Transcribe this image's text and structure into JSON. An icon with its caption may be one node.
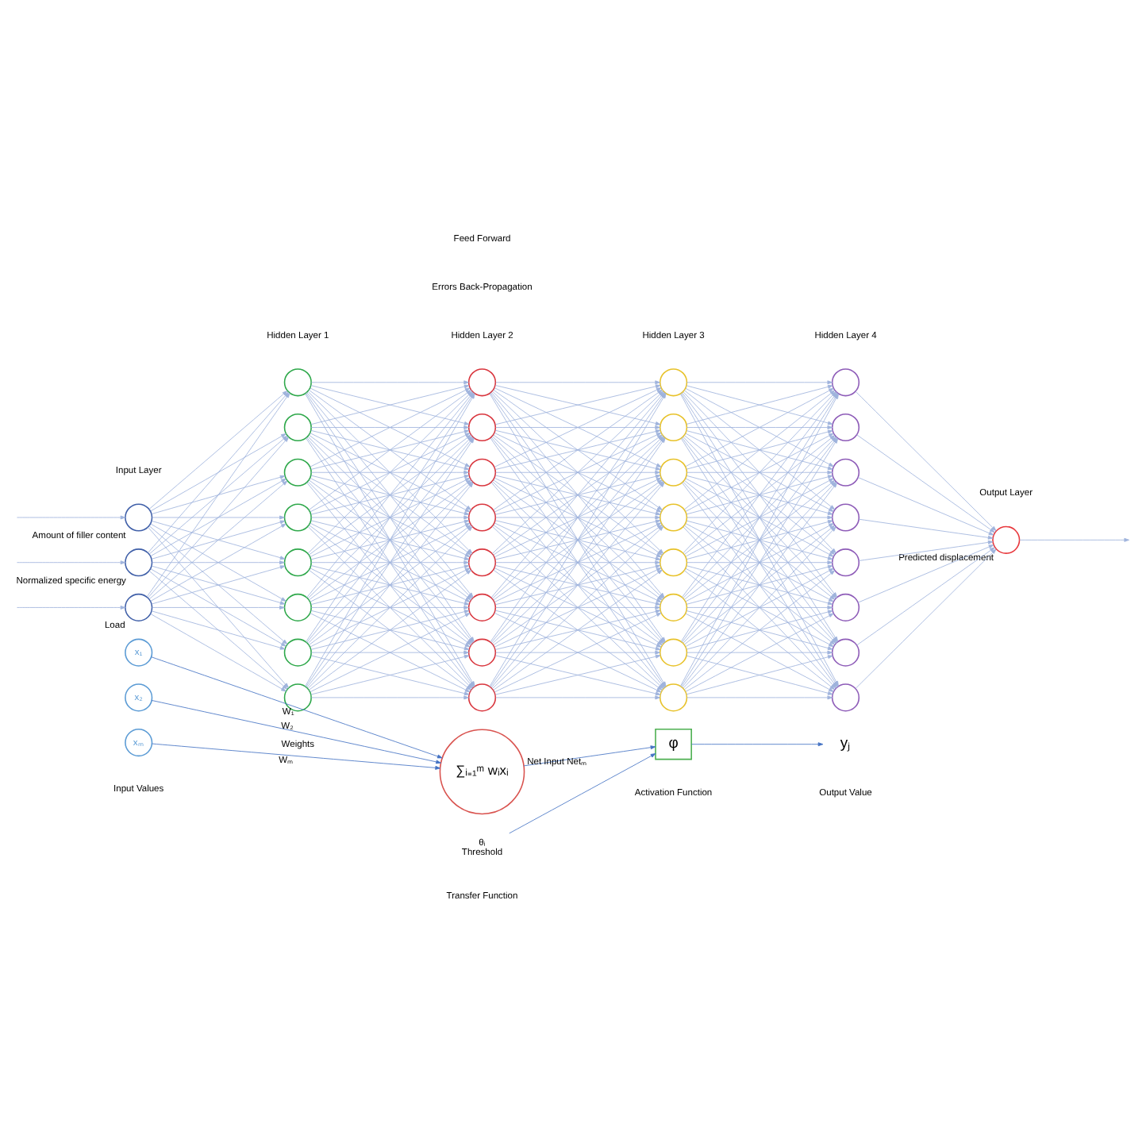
{
  "diagram": {
    "nodes": [
      {
        "text": [],
        "shape": "circle",
        "beside": [
          "Amount of filler content"
        ]
      },
      {
        "text": [],
        "shape": "circle",
        "beside": [
          "Normalized specific energy"
        ]
      },
      {
        "text": [],
        "shape": "circle",
        "beside": [
          "Load"
        ]
      },
      {
        "text": [],
        "shape": "circle"
      },
      {
        "text": [],
        "shape": "circle"
      },
      {
        "text": [],
        "shape": "circle"
      },
      {
        "text": [],
        "shape": "circle"
      },
      {
        "text": [],
        "shape": "circle"
      },
      {
        "text": [],
        "shape": "circle"
      },
      {
        "text": [],
        "shape": "circle"
      },
      {
        "text": [],
        "shape": "circle"
      },
      {
        "text": [],
        "shape": "circle"
      },
      {
        "text": [],
        "shape": "circle"
      },
      {
        "text": [],
        "shape": "circle"
      },
      {
        "text": [],
        "shape": "circle"
      },
      {
        "text": [],
        "shape": "circle"
      },
      {
        "text": [],
        "shape": "circle"
      },
      {
        "text": [],
        "shape": "circle"
      },
      {
        "text": [],
        "shape": "circle"
      },
      {
        "text": [],
        "shape": "circle"
      },
      {
        "text": [],
        "shape": "circle"
      },
      {
        "text": [],
        "shape": "circle"
      },
      {
        "text": [],
        "shape": "circle"
      },
      {
        "text": [],
        "shape": "circle"
      },
      {
        "text": [],
        "shape": "circle"
      },
      {
        "text": [],
        "shape": "circle"
      },
      {
        "text": [],
        "shape": "circle"
      },
      {
        "text": [],
        "shape": "circle"
      },
      {
        "text": [],
        "shape": "circle"
      },
      {
        "text": [],
        "shape": "circle"
      },
      {
        "text": [],
        "shape": "circle"
      },
      {
        "text": [],
        "shape": "circle"
      },
      {
        "text": [],
        "shape": "circle"
      },
      {
        "text": [],
        "shape": "circle"
      },
      {
        "text": [],
        "shape": "circle"
      },
      {
        "text": [],
        "shape": "circle",
        "beside": [
          "Predicted displacement"
        ]
      },
      {
        "text": [
          "x₁"
        ]
      },
      {
        "text": [
          "x₂"
        ]
      },
      {
        "text": [
          "xₘ"
        ]
      },
      {
        "text": [
          "∑ᵢ₌₁ᵐ wᵢxᵢ"
        ]
      },
      {
        "text": [
          "φ"
        ]
      },
      {
        "text": [
          "yⱼ"
        ]
      },
      {
        "text": [
          "θᵢ",
          "Threshold"
        ]
      }
    ],
    "edges": [
      {
        "from": null,
        "to": 0,
        "arrow": "to"
      },
      {
        "from": null,
        "to": 1,
        "arrow": "to"
      },
      {
        "from": null,
        "to": 2,
        "arrow": "to"
      },
      {
        "from": 0,
        "to": 3,
        "arrow": "to"
      },
      {
        "from": 0,
        "to": 4,
        "arrow": "to"
      },
      {
        "from": 0,
        "to": 5,
        "arrow": "to"
      },
      {
        "from": 0,
        "to": 6,
        "arrow": "to"
      },
      {
        "from": 0,
        "to": 7,
        "arrow": "to"
      },
      {
        "from": 0,
        "to": 8,
        "arrow": "to"
      },
      {
        "from": 0,
        "to": 9,
        "arrow": "to"
      },
      {
        "from": 0,
        "to": 10,
        "arrow": "to"
      },
      {
        "from": 1,
        "to": 3,
        "arrow": "to"
      },
      {
        "from": 1,
        "to": 4,
        "arrow": "to"
      },
      {
        "from": 1,
        "to": 5,
        "arrow": "to"
      },
      {
        "from": 1,
        "to": 6,
        "arrow": "to"
      },
      {
        "from": 1,
        "to": 7,
        "arrow": "to"
      },
      {
        "from": 1,
        "to": 8,
        "arrow": "to"
      },
      {
        "from": 1,
        "to": 9,
        "arrow": "to"
      },
      {
        "from": 1,
        "to": 10,
        "arrow": "to"
      },
      {
        "from": 2,
        "to": 3,
        "arrow": "to"
      },
      {
        "from": 2,
        "to": 4,
        "arrow": "to"
      },
      {
        "from": 2,
        "to": 5,
        "arrow": "to"
      },
      {
        "from": 2,
        "to": 6,
        "arrow": "to"
      },
      {
        "from": 2,
        "to": 7,
        "arrow": "to"
      },
      {
        "from": 2,
        "to": 8,
        "arrow": "to"
      },
      {
        "from": 2,
        "to": 9,
        "arrow": "to"
      },
      {
        "from": 2,
        "to": 10,
        "arrow": "to"
      },
      {
        "from": 3,
        "to": 11,
        "arrow": "to"
      },
      {
        "from": 3,
        "to": 12,
        "arrow": "to"
      },
      {
        "from": 3,
        "to": 13,
        "arrow": "to"
      },
      {
        "from": 3,
        "to": 14,
        "arrow": "to"
      },
      {
        "from": 3,
        "to": 15,
        "arrow": "to"
      },
      {
        "from": 3,
        "to": 16,
        "arrow": "to"
      },
      {
        "from": 3,
        "to": 17,
        "arrow": "to"
      },
      {
        "from": 3,
        "to": 18,
        "arrow": "to"
      },
      {
        "from": 4,
        "to": 11,
        "arrow": "to"
      },
      {
        "from": 4,
        "to": 12,
        "arrow": "to"
      },
      {
        "from": 4,
        "to": 13,
        "arrow": "to"
      },
      {
        "from": 4,
        "to": 14,
        "arrow": "to"
      },
      {
        "from": 4,
        "to": 15,
        "arrow": "to"
      },
      {
        "from": 4,
        "to": 16,
        "arrow": "to"
      },
      {
        "from": 4,
        "to": 17,
        "arrow": "to"
      },
      {
        "from": 4,
        "to": 18,
        "arrow": "to"
      },
      {
        "from": 5,
        "to": 11,
        "arrow": "to"
      },
      {
        "from": 5,
        "to": 12,
        "arrow": "to"
      },
      {
        "from": 5,
        "to": 13,
        "arrow": "to"
      },
      {
        "from": 5,
        "to": 14,
        "arrow": "to"
      },
      {
        "from": 5,
        "to": 15,
        "arrow": "to"
      },
      {
        "from": 5,
        "to": 16,
        "arrow": "to"
      },
      {
        "from": 5,
        "to": 17,
        "arrow": "to"
      },
      {
        "from": 5,
        "to": 18,
        "arrow": "to"
      },
      {
        "from": 6,
        "to": 11,
        "arrow": "to"
      },
      {
        "from": 6,
        "to": 12,
        "arrow": "to"
      },
      {
        "from": 6,
        "to": 13,
        "arrow": "to"
      },
      {
        "from": 6,
        "to": 14,
        "arrow": "to"
      },
      {
        "from": 6,
        "to": 15,
        "arrow": "to"
      },
      {
        "from": 6,
        "to": 16,
        "arrow": "to"
      },
      {
        "from": 6,
        "to": 17,
        "arrow": "to"
      },
      {
        "from": 6,
        "to": 18,
        "arrow": "to"
      },
      {
        "from": 7,
        "to": 11,
        "arrow": "to"
      },
      {
        "from": 7,
        "to": 12,
        "arrow": "to"
      },
      {
        "from": 7,
        "to": 13,
        "arrow": "to"
      },
      {
        "from": 7,
        "to": 14,
        "arrow": "to"
      },
      {
        "from": 7,
        "to": 15,
        "arrow": "to"
      },
      {
        "from": 7,
        "to": 16,
        "arrow": "to"
      },
      {
        "from": 7,
        "to": 17,
        "arrow": "to"
      },
      {
        "from": 7,
        "to": 18,
        "arrow": "to"
      },
      {
        "from": 8,
        "to": 11,
        "arrow": "to"
      },
      {
        "from": 8,
        "to": 12,
        "arrow": "to"
      },
      {
        "from": 8,
        "to": 13,
        "arrow": "to"
      },
      {
        "from": 8,
        "to": 14,
        "arrow": "to"
      },
      {
        "from": 8,
        "to": 15,
        "arrow": "to"
      },
      {
        "from": 8,
        "to": 16,
        "arrow": "to"
      },
      {
        "from": 8,
        "to": 17,
        "arrow": "to"
      },
      {
        "from": 8,
        "to": 18,
        "arrow": "to"
      },
      {
        "from": 9,
        "to": 11,
        "arrow": "to"
      },
      {
        "from": 9,
        "to": 12,
        "arrow": "to"
      },
      {
        "from": 9,
        "to": 13,
        "arrow": "to"
      },
      {
        "from": 9,
        "to": 14,
        "arrow": "to"
      },
      {
        "from": 9,
        "to": 15,
        "arrow": "to"
      },
      {
        "from": 9,
        "to": 16,
        "arrow": "to"
      },
      {
        "from": 9,
        "to": 17,
        "arrow": "to"
      },
      {
        "from": 9,
        "to": 18,
        "arrow": "to"
      },
      {
        "from": 10,
        "to": 11,
        "arrow": "to"
      },
      {
        "from": 10,
        "to": 12,
        "arrow": "to"
      },
      {
        "from": 10,
        "to": 13,
        "arrow": "to"
      },
      {
        "from": 10,
        "to": 14,
        "arrow": "to"
      },
      {
        "from": 10,
        "to": 15,
        "arrow": "to"
      },
      {
        "from": 10,
        "to": 16,
        "arrow": "to"
      },
      {
        "from": 10,
        "to": 17,
        "arrow": "to"
      },
      {
        "from": 10,
        "to": 18,
        "arrow": "to"
      },
      {
        "from": 11,
        "to": 19,
        "arrow": "to"
      },
      {
        "from": 11,
        "to": 20,
        "arrow": "to"
      },
      {
        "from": 11,
        "to": 21,
        "arrow": "to"
      },
      {
        "from": 11,
        "to": 22,
        "arrow": "to"
      },
      {
        "from": 11,
        "to": 23,
        "arrow": "to"
      },
      {
        "from": 11,
        "to": 24,
        "arrow": "to"
      },
      {
        "from": 11,
        "to": 25,
        "arrow": "to"
      },
      {
        "from": 11,
        "to": 26,
        "arrow": "to"
      },
      {
        "from": 12,
        "to": 19,
        "arrow": "to"
      },
      {
        "from": 12,
        "to": 20,
        "arrow": "to"
      },
      {
        "from": 12,
        "to": 21,
        "arrow": "to"
      },
      {
        "from": 12,
        "to": 22,
        "arrow": "to"
      },
      {
        "from": 12,
        "to": 23,
        "arrow": "to"
      },
      {
        "from": 12,
        "to": 24,
        "arrow": "to"
      },
      {
        "from": 12,
        "to": 25,
        "arrow": "to"
      },
      {
        "from": 12,
        "to": 26,
        "arrow": "to"
      },
      {
        "from": 13,
        "to": 19,
        "arrow": "to"
      },
      {
        "from": 13,
        "to": 20,
        "arrow": "to"
      },
      {
        "from": 13,
        "to": 21,
        "arrow": "to"
      },
      {
        "from": 13,
        "to": 22,
        "arrow": "to"
      },
      {
        "from": 13,
        "to": 23,
        "arrow": "to"
      },
      {
        "from": 13,
        "to": 24,
        "arrow": "to"
      },
      {
        "from": 13,
        "to": 25,
        "arrow": "to"
      },
      {
        "from": 13,
        "to": 26,
        "arrow": "to"
      },
      {
        "from": 14,
        "to": 19,
        "arrow": "to"
      },
      {
        "from": 14,
        "to": 20,
        "arrow": "to"
      },
      {
        "from": 14,
        "to": 21,
        "arrow": "to"
      },
      {
        "from": 14,
        "to": 22,
        "arrow": "to"
      },
      {
        "from": 14,
        "to": 23,
        "arrow": "to"
      },
      {
        "from": 14,
        "to": 24,
        "arrow": "to"
      },
      {
        "from": 14,
        "to": 25,
        "arrow": "to"
      },
      {
        "from": 14,
        "to": 26,
        "arrow": "to"
      },
      {
        "from": 15,
        "to": 19,
        "arrow": "to"
      },
      {
        "from": 15,
        "to": 20,
        "arrow": "to"
      },
      {
        "from": 15,
        "to": 21,
        "arrow": "to"
      },
      {
        "from": 15,
        "to": 22,
        "arrow": "to"
      },
      {
        "from": 15,
        "to": 23,
        "arrow": "to"
      },
      {
        "from": 15,
        "to": 24,
        "arrow": "to"
      },
      {
        "from": 15,
        "to": 25,
        "arrow": "to"
      },
      {
        "from": 15,
        "to": 26,
        "arrow": "to"
      },
      {
        "from": 16,
        "to": 19,
        "arrow": "to"
      },
      {
        "from": 16,
        "to": 20,
        "arrow": "to"
      },
      {
        "from": 16,
        "to": 21,
        "arrow": "to"
      },
      {
        "from": 16,
        "to": 22,
        "arrow": "to"
      },
      {
        "from": 16,
        "to": 23,
        "arrow": "to"
      },
      {
        "from": 16,
        "to": 24,
        "arrow": "to"
      },
      {
        "from": 16,
        "to": 25,
        "arrow": "to"
      },
      {
        "from": 16,
        "to": 26,
        "arrow": "to"
      },
      {
        "from": 17,
        "to": 19,
        "arrow": "to"
      },
      {
        "from": 17,
        "to": 20,
        "arrow": "to"
      },
      {
        "from": 17,
        "to": 21,
        "arrow": "to"
      },
      {
        "from": 17,
        "to": 22,
        "arrow": "to"
      },
      {
        "from": 17,
        "to": 23,
        "arrow": "to"
      },
      {
        "from": 17,
        "to": 24,
        "arrow": "to"
      },
      {
        "from": 17,
        "to": 25,
        "arrow": "to"
      },
      {
        "from": 17,
        "to": 26,
        "arrow": "to"
      },
      {
        "from": 18,
        "to": 19,
        "arrow": "to"
      },
      {
        "from": 18,
        "to": 20,
        "arrow": "to"
      },
      {
        "from": 18,
        "to": 21,
        "arrow": "to"
      },
      {
        "from": 18,
        "to": 22,
        "arrow": "to"
      },
      {
        "from": 18,
        "to": 23,
        "arrow": "to"
      },
      {
        "from": 18,
        "to": 24,
        "arrow": "to"
      },
      {
        "from": 18,
        "to": 25,
        "arrow": "to"
      },
      {
        "from": 18,
        "to": 26,
        "arrow": "to"
      },
      {
        "from": 19,
        "to": 27,
        "arrow": "to"
      },
      {
        "from": 19,
        "to": 28,
        "arrow": "to"
      },
      {
        "from": 19,
        "to": 29,
        "arrow": "to"
      },
      {
        "from": 19,
        "to": 30,
        "arrow": "to"
      },
      {
        "from": 19,
        "to": 31,
        "arrow": "to"
      },
      {
        "from": 19,
        "to": 32,
        "arrow": "to"
      },
      {
        "from": 19,
        "to": 33,
        "arrow": "to"
      },
      {
        "from": 19,
        "to": 34,
        "arrow": "to"
      },
      {
        "from": 20,
        "to": 27,
        "arrow": "to"
      },
      {
        "from": 20,
        "to": 28,
        "arrow": "to"
      },
      {
        "from": 20,
        "to": 29,
        "arrow": "to"
      },
      {
        "from": 20,
        "to": 30,
        "arrow": "to"
      },
      {
        "from": 20,
        "to": 31,
        "arrow": "to"
      },
      {
        "from": 20,
        "to": 32,
        "arrow": "to"
      },
      {
        "from": 20,
        "to": 33,
        "arrow": "to"
      },
      {
        "from": 20,
        "to": 34,
        "arrow": "to"
      },
      {
        "from": 21,
        "to": 27,
        "arrow": "to"
      },
      {
        "from": 21,
        "to": 28,
        "arrow": "to"
      },
      {
        "from": 21,
        "to": 29,
        "arrow": "to"
      },
      {
        "from": 21,
        "to": 30,
        "arrow": "to"
      },
      {
        "from": 21,
        "to": 31,
        "arrow": "to"
      },
      {
        "from": 21,
        "to": 32,
        "arrow": "to"
      },
      {
        "from": 21,
        "to": 33,
        "arrow": "to"
      },
      {
        "from": 21,
        "to": 34,
        "arrow": "to"
      },
      {
        "from": 22,
        "to": 27,
        "arrow": "to"
      },
      {
        "from": 22,
        "to": 28,
        "arrow": "to"
      },
      {
        "from": 22,
        "to": 29,
        "arrow": "to"
      },
      {
        "from": 22,
        "to": 30,
        "arrow": "to"
      },
      {
        "from": 22,
        "to": 31,
        "arrow": "to"
      },
      {
        "from": 22,
        "to": 32,
        "arrow": "to"
      },
      {
        "from": 22,
        "to": 33,
        "arrow": "to"
      },
      {
        "from": 22,
        "to": 34,
        "arrow": "to"
      },
      {
        "from": 23,
        "to": 27,
        "arrow": "to"
      },
      {
        "from": 23,
        "to": 28,
        "arrow": "to"
      },
      {
        "from": 23,
        "to": 29,
        "arrow": "to"
      },
      {
        "from": 23,
        "to": 30,
        "arrow": "to"
      },
      {
        "from": 23,
        "to": 31,
        "arrow": "to"
      },
      {
        "from": 23,
        "to": 32,
        "arrow": "to"
      },
      {
        "from": 23,
        "to": 33,
        "arrow": "to"
      },
      {
        "from": 23,
        "to": 34,
        "arrow": "to"
      },
      {
        "from": 24,
        "to": 27,
        "arrow": "to"
      },
      {
        "from": 24,
        "to": 28,
        "arrow": "to"
      },
      {
        "from": 24,
        "to": 29,
        "arrow": "to"
      },
      {
        "from": 24,
        "to": 30,
        "arrow": "to"
      },
      {
        "from": 24,
        "to": 31,
        "arrow": "to"
      },
      {
        "from": 24,
        "to": 32,
        "arrow": "to"
      },
      {
        "from": 24,
        "to": 33,
        "arrow": "to"
      },
      {
        "from": 24,
        "to": 34,
        "arrow": "to"
      },
      {
        "from": 25,
        "to": 27,
        "arrow": "to"
      },
      {
        "from": 25,
        "to": 28,
        "arrow": "to"
      },
      {
        "from": 25,
        "to": 29,
        "arrow": "to"
      },
      {
        "from": 25,
        "to": 30,
        "arrow": "to"
      },
      {
        "from": 25,
        "to": 31,
        "arrow": "to"
      },
      {
        "from": 25,
        "to": 32,
        "arrow": "to"
      },
      {
        "from": 25,
        "to": 33,
        "arrow": "to"
      },
      {
        "from": 25,
        "to": 34,
        "arrow": "to"
      },
      {
        "from": 26,
        "to": 27,
        "arrow": "to"
      },
      {
        "from": 26,
        "to": 28,
        "arrow": "to"
      },
      {
        "from": 26,
        "to": 29,
        "arrow": "to"
      },
      {
        "from": 26,
        "to": 30,
        "arrow": "to"
      },
      {
        "from": 26,
        "to": 31,
        "arrow": "to"
      },
      {
        "from": 26,
        "to": 32,
        "arrow": "to"
      },
      {
        "from": 26,
        "to": 33,
        "arrow": "to"
      },
      {
        "from": 26,
        "to": 34,
        "arrow": "to"
      },
      {
        "from": 27,
        "to": 35,
        "arrow": "to"
      },
      {
        "from": 28,
        "to": 35,
        "arrow": "to"
      },
      {
        "from": 29,
        "to": 35,
        "arrow": "to"
      },
      {
        "from": 30,
        "to": 35,
        "arrow": "to"
      },
      {
        "from": 31,
        "to": 35,
        "arrow": "to"
      },
      {
        "from": 32,
        "to": 35,
        "arrow": "to"
      },
      {
        "from": 33,
        "to": 35,
        "arrow": "to"
      },
      {
        "from": 34,
        "to": 35,
        "arrow": "to"
      },
      {
        "from": 35,
        "to": null,
        "arrow": "to"
      },
      {
        "from": 36,
        "to": 39,
        "arrow": "to",
        "label": "W₁",
        "color": "#4472c4"
      },
      {
        "from": 37,
        "to": 39,
        "arrow": "to",
        "label": "W₂",
        "color": "#4472c4"
      },
      {
        "from": 38,
        "to": 39,
        "arrow": "to",
        "label": "Wₘ",
        "color": "#4472c4"
      },
      {
        "from": 39,
        "to": 40,
        "arrow": "to",
        "label": "Net Input Netₘ",
        "color": "#4472c4"
      },
      {
        "from": 40,
        "to": 41,
        "arrow": "to",
        "color": "#4472c4"
      },
      {
        "from": 42,
        "to": 40,
        "arrow": "to",
        "color": "#4472c4"
      }
    ],
    "labels": [
      "Feed Forward",
      "Errors Back-Propagation",
      "Input Layer",
      "Hidden Layer 1",
      "Hidden Layer 2",
      "Hidden Layer 3",
      "Hidden Layer 4",
      "Output Layer",
      "Input Values",
      "Weights",
      "Transfer Function",
      "Activation Function",
      "Output Value"
    ]
  }
}
